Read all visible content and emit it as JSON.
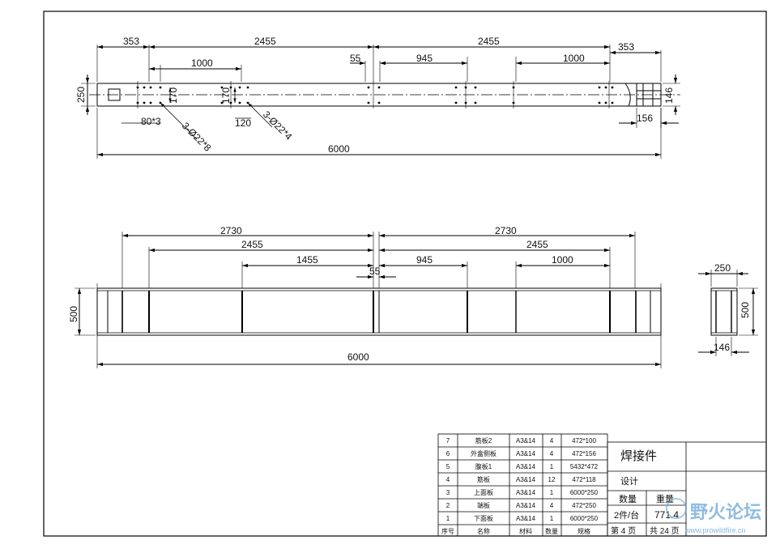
{
  "top_view": {
    "dims": {
      "d353_left": "353",
      "d2455_left": "2455",
      "d2455_right": "2455",
      "d1000_left": "1000",
      "d55": "55",
      "d945": "945",
      "d1000_right": "1000",
      "d353_right": "353",
      "d250": "250",
      "d170_a": "170",
      "d170_b": "170",
      "d80x3": "80*3",
      "d120": "120",
      "hole1": "3-Ø22*8",
      "hole2": "3-Ø22*4",
      "d146": "146",
      "d156": "156",
      "d6000": "6000"
    }
  },
  "front_view": {
    "dims": {
      "d2730_left": "2730",
      "d2730_right": "2730",
      "d2455_left": "2455",
      "d2455_right": "2455",
      "d1455": "1455",
      "d945": "945",
      "d1000": "1000",
      "d55": "55",
      "d500": "500",
      "d6000": "6000"
    }
  },
  "side_view": {
    "dims": {
      "d250": "250",
      "d500": "500",
      "d146": "146"
    }
  },
  "parts_table": {
    "rows": [
      {
        "no": "7",
        "name": "筋板2",
        "material": "A3&14",
        "qty": "4",
        "spec": "472*100"
      },
      {
        "no": "6",
        "name": "外盒侧板",
        "material": "A3&14",
        "qty": "4",
        "spec": "472*156"
      },
      {
        "no": "5",
        "name": "腹板1",
        "material": "A3&14",
        "qty": "1",
        "spec": "5432*472"
      },
      {
        "no": "4",
        "name": "筋板",
        "material": "A3&14",
        "qty": "12",
        "spec": "472*118"
      },
      {
        "no": "3",
        "name": "上面板",
        "material": "A3&14",
        "qty": "1",
        "spec": "6000*250"
      },
      {
        "no": "2",
        "name": "端板",
        "material": "A3&14",
        "qty": "4",
        "spec": "472*250"
      },
      {
        "no": "1",
        "name": "下面板",
        "material": "A3&14",
        "qty": "1",
        "spec": "6000*250"
      }
    ],
    "headers": {
      "no": "序号",
      "name": "名称",
      "material": "材料",
      "qty": "数量",
      "spec": "规格"
    }
  },
  "title_block": {
    "title": "焊接件",
    "design_label": "设计",
    "quantity_label": "数量",
    "weight_label": "重量",
    "quantity_value": "2件/台",
    "weight_value": "771.4",
    "page_label": "第 4 页",
    "total_label": "共 24 页"
  },
  "watermark": {
    "name": "野火论坛",
    "url": "www.prowildfire.cn"
  }
}
